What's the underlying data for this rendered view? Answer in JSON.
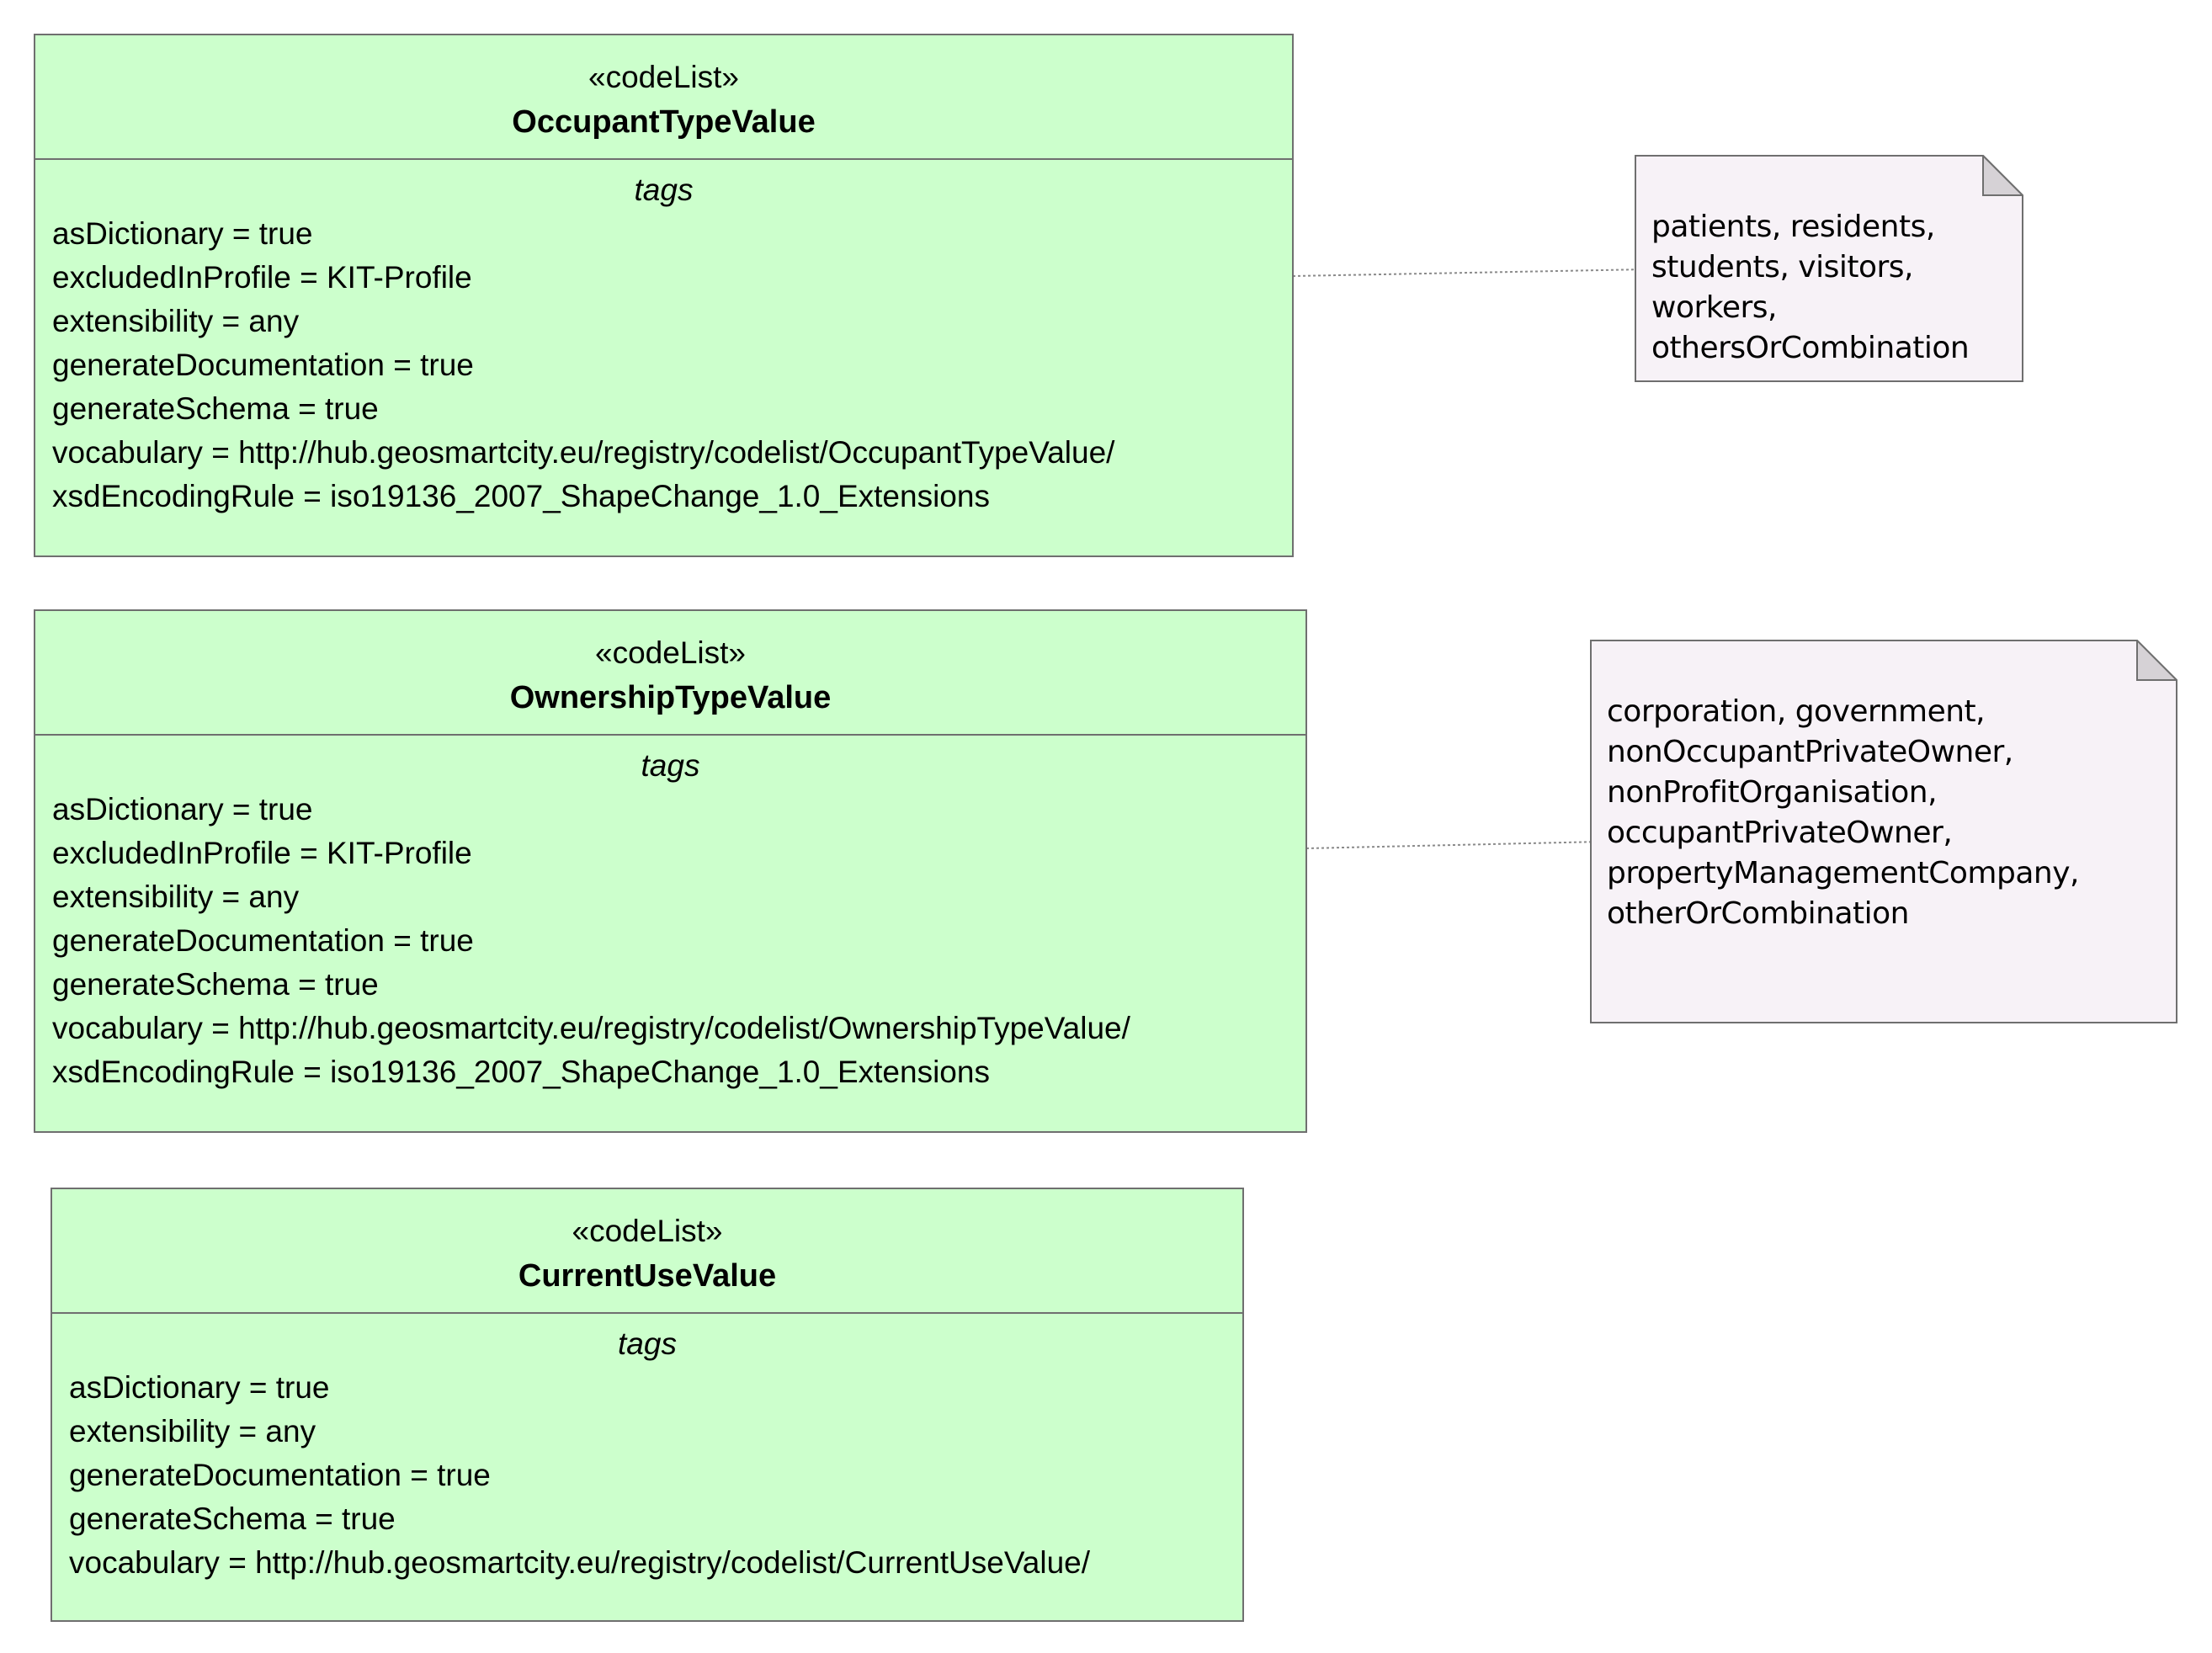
{
  "classes": [
    {
      "stereotype": "«codeList»",
      "name": "OccupantTypeValue",
      "tags_title": "tags",
      "tags": [
        "asDictionary = true",
        "excludedInProfile = KIT-Profile",
        "extensibility = any",
        "generateDocumentation = true",
        "generateSchema = true",
        "vocabulary = http://hub.geosmartcity.eu/registry/codelist/OccupantTypeValue/",
        "xsdEncodingRule = iso19136_2007_ShapeChange_1.0_Extensions"
      ]
    },
    {
      "stereotype": "«codeList»",
      "name": "OwnershipTypeValue",
      "tags_title": "tags",
      "tags": [
        "asDictionary = true",
        "excludedInProfile = KIT-Profile",
        "extensibility = any",
        "generateDocumentation = true",
        "generateSchema = true",
        "vocabulary = http://hub.geosmartcity.eu/registry/codelist/OwnershipTypeValue/",
        "xsdEncodingRule = iso19136_2007_ShapeChange_1.0_Extensions"
      ]
    },
    {
      "stereotype": "«codeList»",
      "name": "CurrentUseValue",
      "tags_title": "tags",
      "tags": [
        "asDictionary = true",
        "extensibility = any",
        "generateDocumentation = true",
        "generateSchema = true",
        "vocabulary = http://hub.geosmartcity.eu/registry/codelist/CurrentUseValue/"
      ]
    }
  ],
  "notes": [
    {
      "lines": [
        "patients, residents,",
        "students, visitors,",
        "workers,",
        "othersOrCombination"
      ]
    },
    {
      "lines": [
        "corporation, government,",
        "nonOccupantPrivateOwner,",
        "nonProfitOrganisation,",
        "occupantPrivateOwner,",
        "propertyManagementCompany,",
        "otherOrCombination"
      ]
    }
  ],
  "colors": {
    "class_fill": "#ccffcc",
    "class_border": "#6f6f6f",
    "note_fill": "#f7f2f7",
    "note_border": "#6f6f6f",
    "note_fold": "#d6d2d6",
    "connector": "#8a8a8a"
  }
}
